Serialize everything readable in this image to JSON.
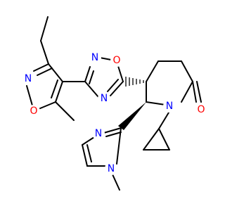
{
  "molecule": {
    "atoms": {
      "n_isox": "N",
      "o_isox": "O",
      "n_oxd_top": "N",
      "o_oxd": "O",
      "n_oxd_bot": "N",
      "n_im_top": "N",
      "n_im_bot": "N",
      "n_ring": "N",
      "o_carbonyl": "O"
    },
    "colors": {
      "carbon": "#000000",
      "nitrogen": "#0000ff",
      "oxygen": "#ff0000"
    }
  }
}
